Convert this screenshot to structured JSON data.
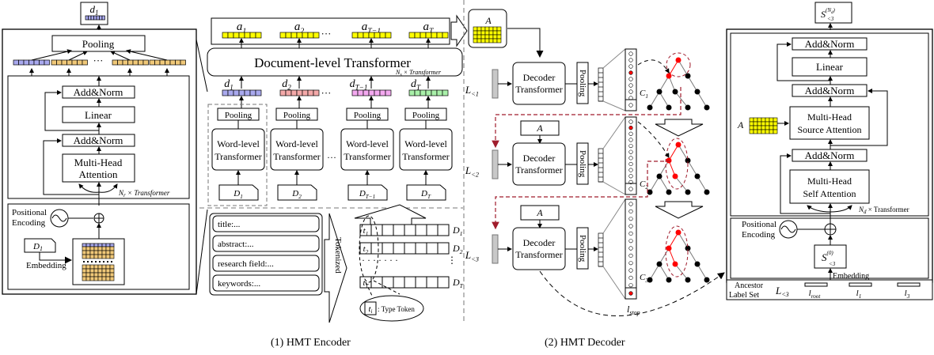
{
  "colors": {
    "vec_purple": "#a9a9ee",
    "vec_tan": "#f0c878",
    "vec_pink": "#f4a9a9",
    "vec_magenta": "#f4a9f0",
    "vec_green": "#a9f0a9",
    "vec_yellow": "#ffff00",
    "red_node": "#ff0000",
    "dark_red_dash": "#a01c2c",
    "label_gray": "#c8c8c8"
  },
  "captions": {
    "encoder": "(1)  HMT Encoder",
    "decoder": "(2)  HMT Decoder"
  },
  "word_transformer_detail": {
    "output_label": "d",
    "output_sub": "1",
    "pooling": "Pooling",
    "add_norm_top": "Add&Norm",
    "linear": "Linear",
    "add_norm_bottom": "Add&Norm",
    "mha_line1": "Multi-Head",
    "mha_line2": "Attention",
    "repeat_label": "N",
    "repeat_sub": "r",
    "repeat_suffix": " × Transformer",
    "ellipsis": "···",
    "pos_enc_line1": "Positional",
    "pos_enc_line2": "Encoding",
    "doc_label": "D",
    "doc_sub": "1",
    "embedding": "Embedding"
  },
  "document_transformer": {
    "title": "Document-level Transformer",
    "repeat_label": "N",
    "repeat_sub": "s",
    "repeat_suffix": " × Transformer",
    "outputs": [
      {
        "label": "a",
        "sub": "1"
      },
      {
        "label": "a",
        "sub": "2"
      },
      {
        "label": "a",
        "sub": "T−1"
      },
      {
        "label": "a",
        "sub": "T"
      }
    ],
    "inputs": [
      {
        "label": "d",
        "sub": "1"
      },
      {
        "label": "d",
        "sub": "2"
      },
      {
        "label": "d",
        "sub": "T−1"
      },
      {
        "label": "d",
        "sub": "T"
      }
    ],
    "ellipsis": "···"
  },
  "word_columns": [
    {
      "pooling": "Pooling",
      "line1": "Word-level",
      "line2": "Transformer",
      "doc": "D",
      "doc_sub": "1"
    },
    {
      "pooling": "Pooling",
      "line1": "Word-level",
      "line2": "Transformer",
      "doc": "D",
      "doc_sub": "2"
    },
    {
      "pooling": "Pooling",
      "line1": "Word-level",
      "line2": "Transformer",
      "doc": "D",
      "doc_sub": "T−1"
    },
    {
      "pooling": "Pooling",
      "line1": "Word-level",
      "line2": "Transformer",
      "doc": "D",
      "doc_sub": "T"
    }
  ],
  "fields": [
    "title:...",
    "abstract:...",
    "research field:...",
    "keywords:..."
  ],
  "tokenized": "Tokenized",
  "token_rows": [
    {
      "type": "t",
      "sub": "1",
      "doc": "D",
      "doc_sub": "1"
    },
    {
      "type": "t",
      "sub": "2",
      "doc": "D",
      "doc_sub": "2"
    },
    {
      "type": "t",
      "sub": "T",
      "doc": "D",
      "doc_sub": "T"
    }
  ],
  "type_token_legend": {
    "symbol": "t",
    "sub": "i",
    "text": ": Type Token"
  },
  "decoder_steps": [
    {
      "label": "L",
      "sub": "<1",
      "decoder_line1": "Decoder",
      "decoder_line2": "Transformer",
      "pooling": "Pooling",
      "class_label": "C",
      "class_sub": "1",
      "attn": "A"
    },
    {
      "label": "L",
      "sub": "<2",
      "decoder_line1": "Decoder",
      "decoder_line2": "Transformer",
      "pooling": "Pooling",
      "class_label": "C",
      "class_sub": "2",
      "attn": "A"
    },
    {
      "label": "L",
      "sub": "<3",
      "decoder_line1": "Decoder",
      "decoder_line2": "Transformer",
      "pooling": "Pooling",
      "class_label": "C",
      "class_sub": "3",
      "attn": "A"
    }
  ],
  "stop_label": {
    "label": "l",
    "sub": "stop"
  },
  "decoder_detail": {
    "output": "S",
    "output_sup": "(N",
    "output_sup2": "d",
    "output_sup3": ")",
    "output_sub": "<3",
    "add_norm_1": "Add&Norm",
    "linear": "Linear",
    "add_norm_2": "Add&Norm",
    "source_attn_line1": "Multi-Head",
    "source_attn_line2": "Source Attention",
    "attn_input": "A",
    "add_norm_3": "Add&Norm",
    "self_attn_line1": "Multi-Head",
    "self_attn_line2": "Self Attention",
    "repeat_label": "N",
    "repeat_sub": "d",
    "repeat_suffix": " × Transformer",
    "pos_enc_line1": "Positional",
    "pos_enc_line2": "Encoding",
    "input": "S",
    "input_sup": "(0)",
    "input_sub": "<3",
    "embedding": "Embedding",
    "ancestor_line1": "Ancestor",
    "ancestor_line2": "Label Set",
    "ancestor_symbol": "L",
    "ancestor_sub": "<3",
    "ancestor_items": [
      {
        "label": "l",
        "sub": "root"
      },
      {
        "label": "l",
        "sub": "1"
      },
      {
        "label": "l",
        "sub": "3"
      }
    ]
  }
}
